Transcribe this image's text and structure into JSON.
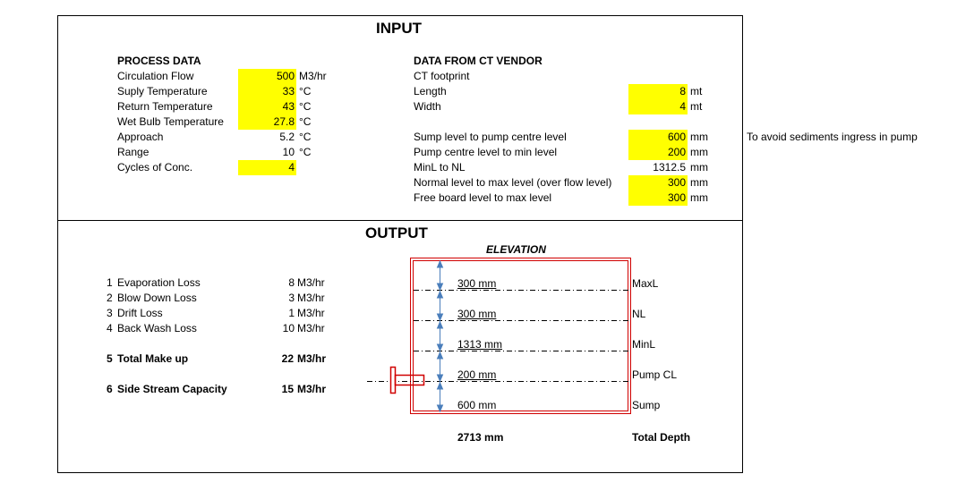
{
  "input": {
    "title": "INPUT",
    "process": {
      "header": "PROCESS DATA",
      "rows": [
        {
          "label": "Circulation Flow",
          "value": "500",
          "unit": "M3/hr"
        },
        {
          "label": "Suply Temperature",
          "value": "33",
          "unit": "°C"
        },
        {
          "label": "Return Temperature",
          "value": "43",
          "unit": "°C"
        },
        {
          "label": "Wet Bulb Temperature",
          "value": "27.8",
          "unit": "°C"
        },
        {
          "label": "Approach",
          "value": "5.2",
          "unit": "°C"
        },
        {
          "label": "Range",
          "value": "10",
          "unit": "°C"
        },
        {
          "label": "Cycles of Conc.",
          "value": "4",
          "unit": ""
        }
      ]
    },
    "vendor": {
      "header": "DATA FROM CT VENDOR",
      "footprint_label": "CT footprint",
      "rows": [
        {
          "label": "Length",
          "value": "8",
          "unit": "mt"
        },
        {
          "label": "Width",
          "value": "4",
          "unit": "mt"
        },
        {
          "label": "Sump level to pump centre level",
          "value": "600",
          "unit": "mm"
        },
        {
          "label": "Pump centre level to min level",
          "value": "200",
          "unit": "mm"
        },
        {
          "label": "MinL to NL",
          "value": "1312.5",
          "unit": "mm"
        },
        {
          "label": "Normal level to max level (over flow level)",
          "value": "300",
          "unit": "mm"
        },
        {
          "label": "Free board level to max level",
          "value": "300",
          "unit": "mm"
        }
      ],
      "note": "To avoid sediments ingress in pump"
    }
  },
  "output": {
    "title": "OUTPUT",
    "rows": [
      {
        "num": "1",
        "label": "Evaporation Loss",
        "value": "8",
        "unit": "M3/hr"
      },
      {
        "num": "2",
        "label": "Blow Down Loss",
        "value": "3",
        "unit": "M3/hr"
      },
      {
        "num": "3",
        "label": "Drift Loss",
        "value": "1",
        "unit": "M3/hr"
      },
      {
        "num": "4",
        "label": "Back Wash Loss",
        "value": "10",
        "unit": "M3/hr"
      },
      {
        "num": "5",
        "label": "Total Make up",
        "value": "22",
        "unit": "M3/hr"
      },
      {
        "num": "6",
        "label": "Side Stream Capacity",
        "value": "15",
        "unit": "M3/hr"
      }
    ],
    "elevation": {
      "title": "ELEVATION",
      "segments": [
        {
          "dim": "300 mm",
          "level": "MaxL"
        },
        {
          "dim": "300 mm",
          "level": "NL"
        },
        {
          "dim": "1313 mm",
          "level": "MinL"
        },
        {
          "dim": "200 mm",
          "level": "Pump CL"
        },
        {
          "dim": "600 mm",
          "level": "Sump"
        }
      ],
      "total_value": "2713 mm",
      "total_label": "Total Depth"
    }
  },
  "colors": {
    "highlight": "#ffff00",
    "tank": "#d00000",
    "dim_arrow": "#4a7ebb"
  }
}
